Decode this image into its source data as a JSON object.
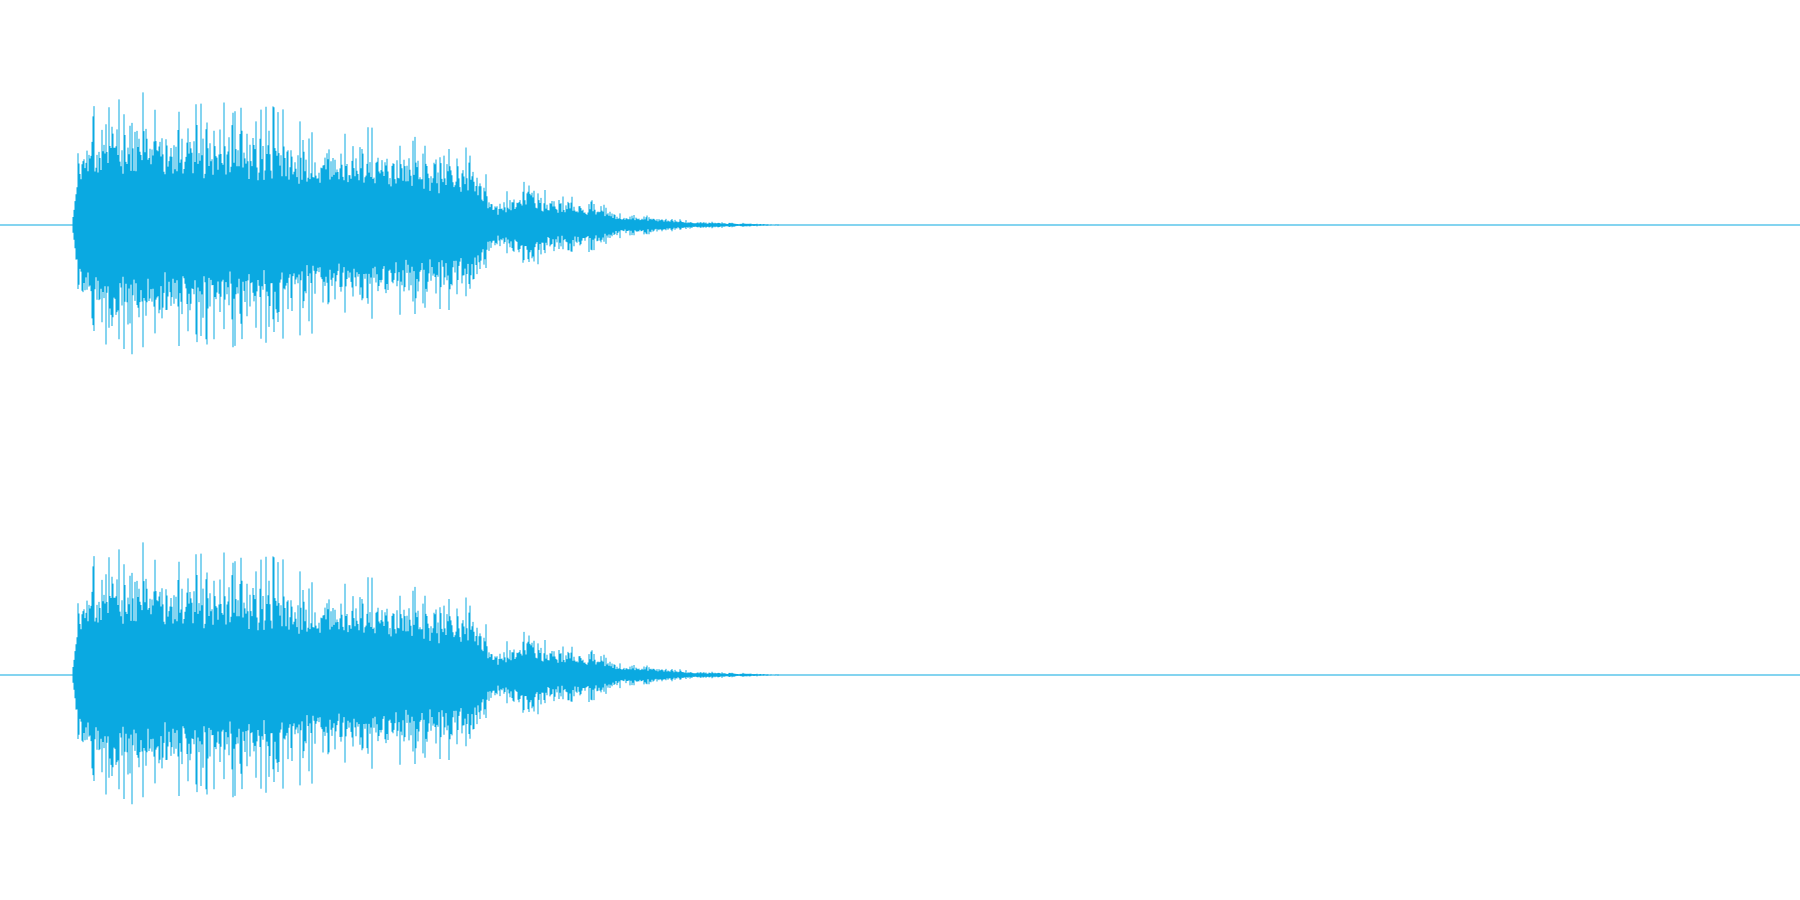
{
  "waveform": {
    "color": "#0aa9e1",
    "background": "#ffffff",
    "channels": [
      {
        "name": ""
      },
      {
        "name": ""
      }
    ],
    "envelope": {
      "description_points": [
        {
          "t": 0.0,
          "amp": 0.0
        },
        {
          "t": 0.004,
          "amp": 0.7
        },
        {
          "t": 0.01,
          "amp": 0.88
        },
        {
          "t": 0.04,
          "amp": 1.0
        },
        {
          "t": 0.08,
          "amp": 0.92
        },
        {
          "t": 0.12,
          "amp": 0.88
        },
        {
          "t": 0.16,
          "amp": 0.75
        },
        {
          "t": 0.2,
          "amp": 0.72
        },
        {
          "t": 0.235,
          "amp": 0.55
        },
        {
          "t": 0.245,
          "amp": 0.2
        },
        {
          "t": 0.265,
          "amp": 0.35
        },
        {
          "t": 0.28,
          "amp": 0.22
        },
        {
          "t": 0.3,
          "amp": 0.2
        },
        {
          "t": 0.32,
          "amp": 0.08
        },
        {
          "t": 0.34,
          "amp": 0.07
        },
        {
          "t": 0.36,
          "amp": 0.03
        },
        {
          "t": 0.4,
          "amp": 0.01
        },
        {
          "t": 0.42,
          "amp": 0.0
        },
        {
          "t": 1.0,
          "amp": 0.0
        }
      ]
    }
  }
}
